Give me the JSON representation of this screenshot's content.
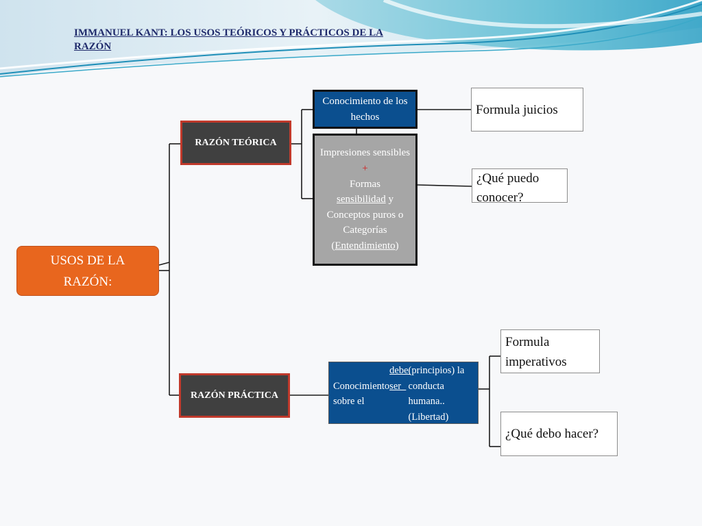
{
  "slide": {
    "title": "IMMANUEL KANT:  LOS USOS TEÓRICOS Y PRÁCTICOS DE LA RAZÓN"
  },
  "diagram": {
    "root": "USOS DE LA RAZÓN:",
    "teorica": {
      "label": "RAZÓN TEÓRICA",
      "conocimiento": "Conocimiento de los hechos",
      "impresiones": {
        "line1": "Impresiones sensibles",
        "plus": "+",
        "line2_pre": "Formas ",
        "line2_u": "sensibilidad",
        "line2_post": " y",
        "line3": "Conceptos puros o Categorías",
        "line4_open": "(",
        "line4_u": "Entendimiento",
        "line4_close": ")"
      },
      "formula": "Formula juicios",
      "pregunta": "¿Qué puedo conocer?"
    },
    "practica": {
      "label": "RAZÓN PRÁCTICA",
      "conocimiento_pre": " Conocimiento  sobre el ",
      "conocimiento_u": "debe ser  ",
      "conocimiento_post": "(principios) la conducta humana.. (Libertad)",
      "formula": " Formula imperativos",
      "pregunta": "¿Qué debo hacer?"
    }
  },
  "colors": {
    "root_fill": "#e8661e",
    "razon_fill": "#404040",
    "razon_border": "#c0392b",
    "blue_fill": "#0b4f8f",
    "gray_fill": "#a6a6a6",
    "plus_color": "#d21f1f"
  }
}
